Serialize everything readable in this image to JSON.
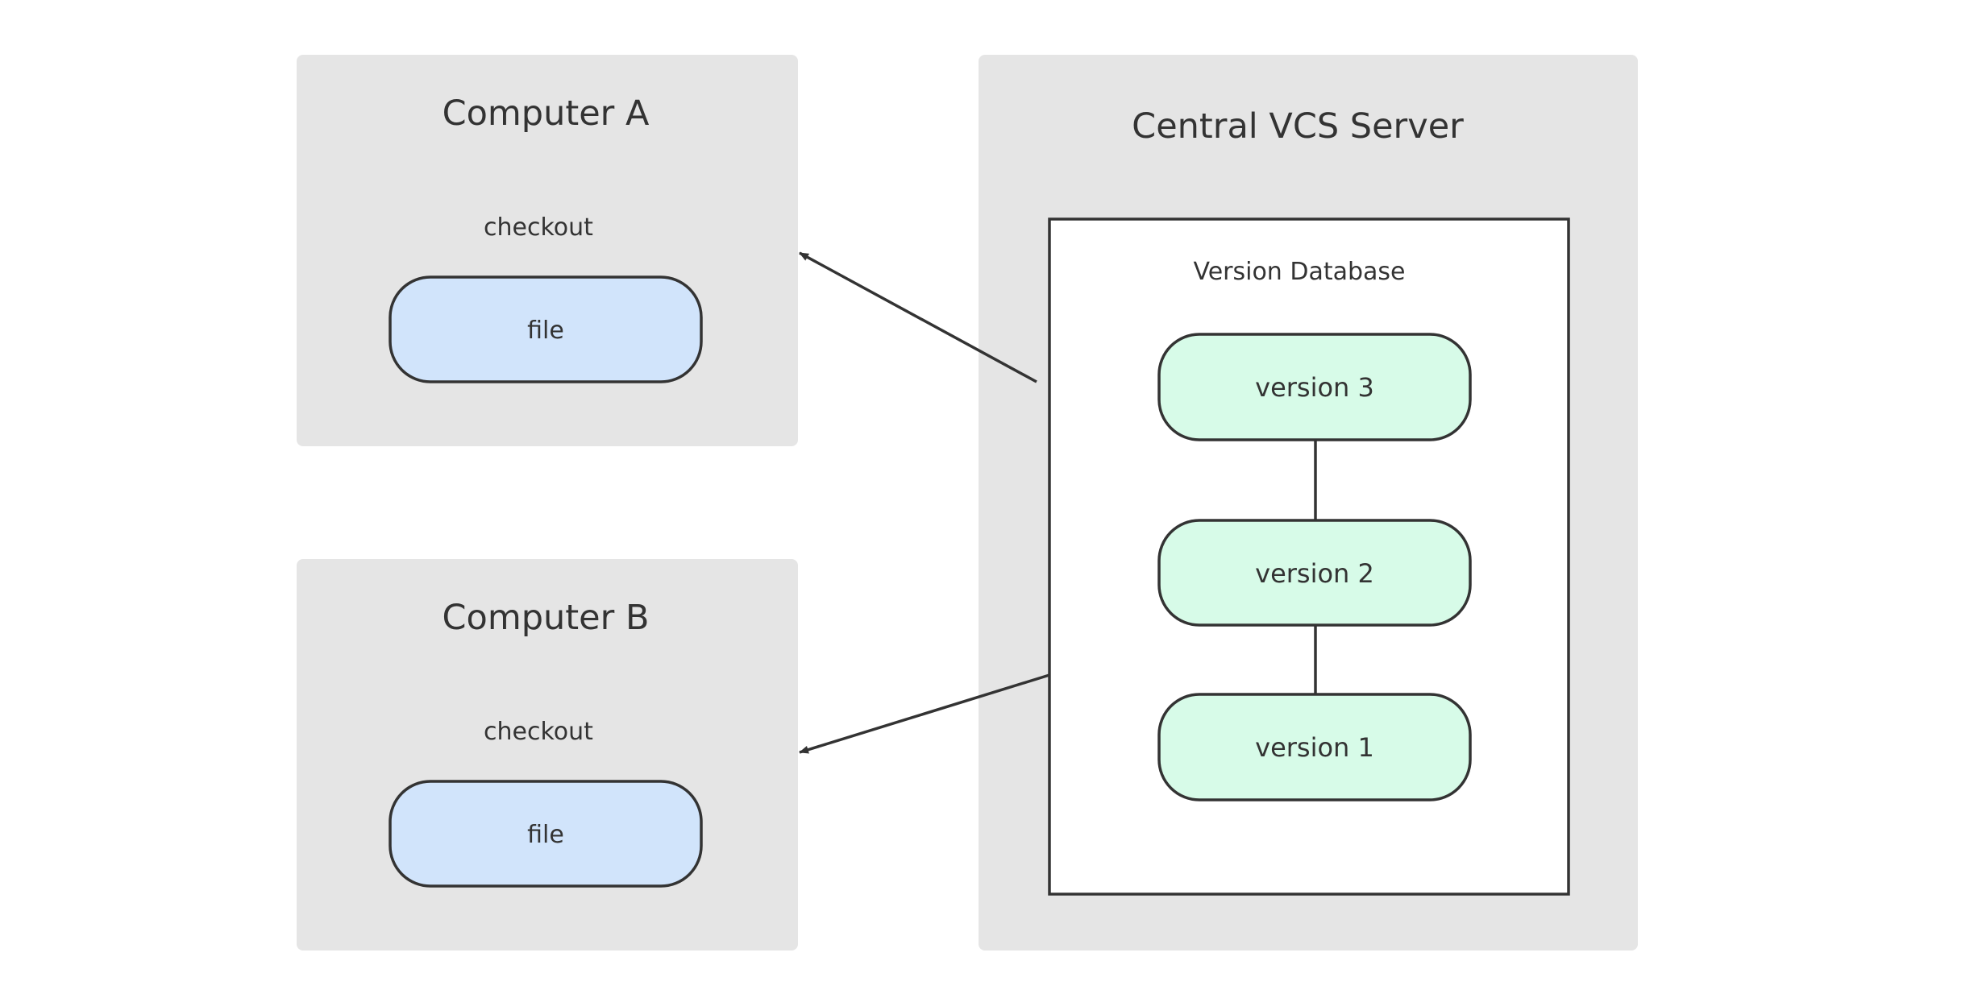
{
  "computer_a": {
    "title": "Computer A",
    "checkout_label": "checkout",
    "file_label": "file"
  },
  "computer_b": {
    "title": "Computer B",
    "checkout_label": "checkout",
    "file_label": "file"
  },
  "server": {
    "title": "Central VCS Server",
    "database": {
      "title": "Version Database",
      "versions": [
        "version 3",
        "version 2",
        "version 1"
      ]
    }
  },
  "colors": {
    "panel": "#e5e5e5",
    "file_fill": "#d1e4fb",
    "version_fill": "#d7fbe8",
    "stroke": "#333333",
    "database_fill": "#ffffff"
  }
}
